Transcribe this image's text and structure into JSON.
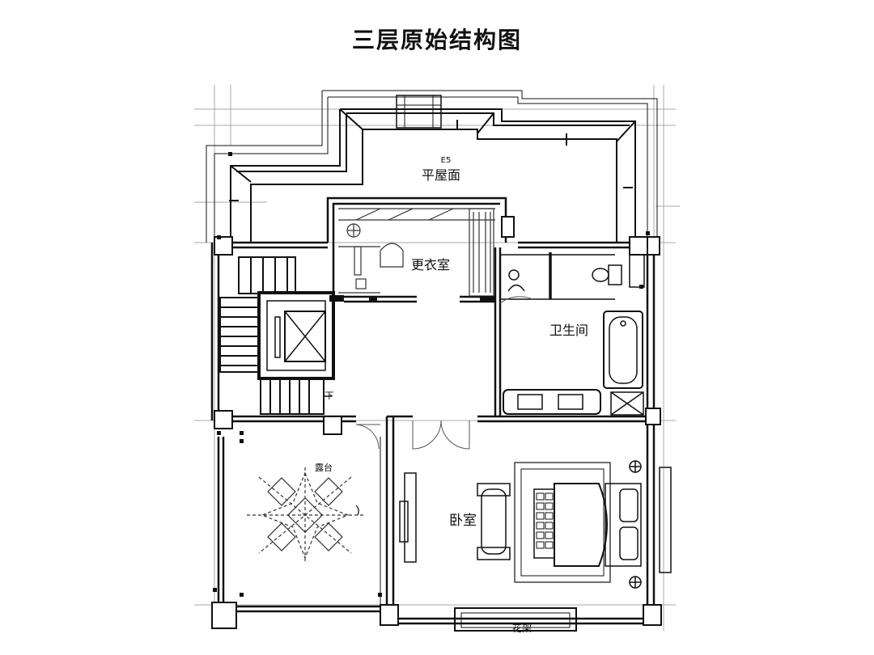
{
  "title": "三层原始结构图",
  "rooms": {
    "roof": "平屋面",
    "roof_mark": "E5",
    "closet": "更衣室",
    "bathroom": "卫生间",
    "bedroom": "卧室",
    "terrace": "露台",
    "planter": "花架",
    "stair_down": "下"
  },
  "colors": {
    "line": "#111111",
    "thin": "#555555",
    "grid": "#999999"
  }
}
